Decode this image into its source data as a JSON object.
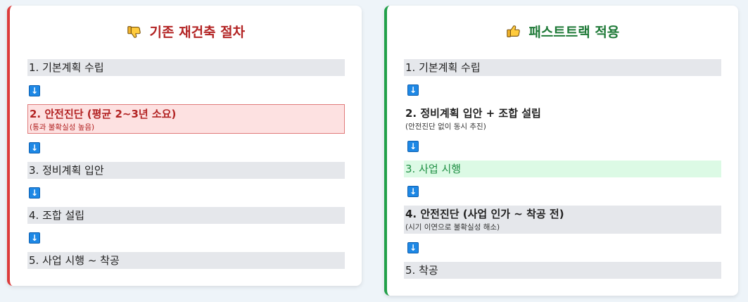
{
  "left_panel": {
    "title": "기존 재건축 절차",
    "icon": "thumbs-down-icon",
    "accent_color": "#dc3c3c",
    "steps": [
      {
        "text": "1. 기본계획 수립"
      },
      {
        "text": "2. 안전진단 (평균 2~3년 소요)",
        "sub": "(통과 불확실성 높음)"
      },
      {
        "text": "3. 정비계획 입안"
      },
      {
        "text": "4. 조합 설립"
      },
      {
        "text": "5. 사업 시행 ~ 착공"
      }
    ],
    "arrow": "↓"
  },
  "right_panel": {
    "title": "패스트트랙 적용",
    "icon": "thumbs-up-icon",
    "accent_color": "#22a04a",
    "steps": [
      {
        "text": "1. 기본계획 수립"
      },
      {
        "text": "2. 정비계획 입안 + 조합 설립",
        "sub": "(안전진단 없이 동시 추진)"
      },
      {
        "text": "3. 사업 시행"
      },
      {
        "text": "4. 안전진단 (사업 인가 ~ 착공 전)",
        "sub": "(시기 이연으로 불확실성 해소)"
      },
      {
        "text": "5. 착공"
      }
    ],
    "arrow": "↓"
  }
}
